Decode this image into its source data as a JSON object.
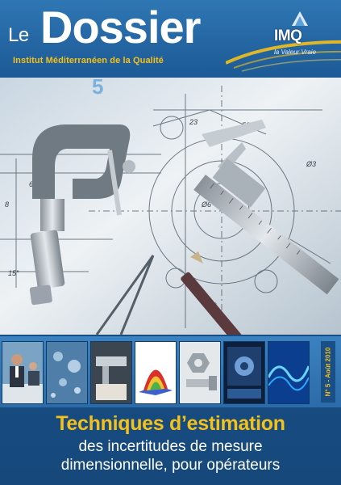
{
  "header": {
    "title_prefix": "Le",
    "title_main": "Dossier",
    "subtitle": "Institut Méditerranéen de la Qualité"
  },
  "logo": {
    "text": "IMQ",
    "tagline": "la Valeur Vraie"
  },
  "issue": {
    "big_number": "5",
    "vertical_label": "N° 5 - Août 2010"
  },
  "thumbnails": [
    {
      "icon": "business-meeting-photo"
    },
    {
      "icon": "water-drops-photo"
    },
    {
      "icon": "caliper-gauge-photo"
    },
    {
      "icon": "3d-bell-curve-plot"
    },
    {
      "icon": "nut-bolt-photo"
    },
    {
      "icon": "cad-part-screen"
    },
    {
      "icon": "blue-waveform-photo"
    }
  ],
  "headline": {
    "line1": "Techniques d’estimation",
    "line2": "des incertitudes de mesure",
    "line3": "dimensionnelle, pour opérateurs"
  },
  "colors": {
    "brand_blue": "#2466a3",
    "accent_yellow": "#f4c01a",
    "text_white": "#ffffff"
  }
}
